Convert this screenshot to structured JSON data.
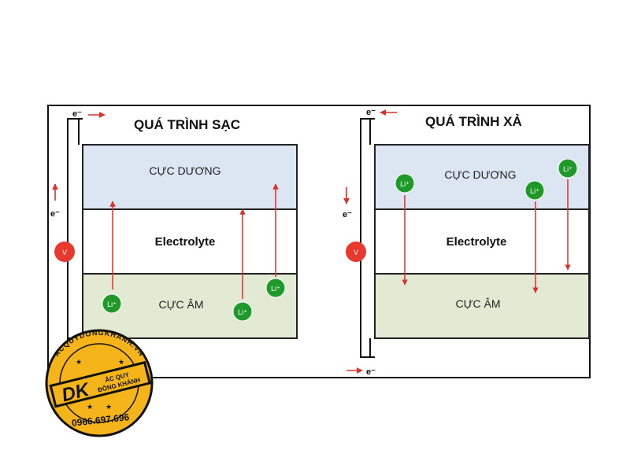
{
  "charge": {
    "title": "QUÁ TRÌNH SẠC",
    "electron_top": "e⁻",
    "electron_side": "e⁻",
    "positive_electrode": "CỰC DƯƠNG",
    "electrolyte": "Electrolyte",
    "negative_electrode": "CỰC ÂM",
    "ion_label": "Li⁺",
    "meter_label": "V"
  },
  "discharge": {
    "title": "QUÁ TRÌNH XẢ",
    "electron_top": "e⁻",
    "electron_side": "e⁻",
    "electron_bottom": "e⁻",
    "positive_electrode": "CỰC DƯƠNG",
    "electrolyte": "Electrolyte",
    "negative_electrode": "CỰC ÂM",
    "ion_label": "Li⁺",
    "meter_label": "V"
  },
  "logo": {
    "ring_text": "ACQUYDONGKHANH.VN",
    "initials": "DK",
    "brand_line1": "ẮC QUY",
    "brand_line2": "ĐỒNG KHÁNH",
    "phone": "0966.697.696"
  },
  "colors": {
    "positive_fill": "#dbe6f2",
    "electrolyte_fill": "#ffffff",
    "negative_fill": "#e3ead3",
    "ion_fill": "#1f9a2a",
    "arrow": "#d9322a",
    "meter_fill": "#e8392f",
    "logo_gold": "#f4b41a",
    "logo_dark": "#111111"
  }
}
